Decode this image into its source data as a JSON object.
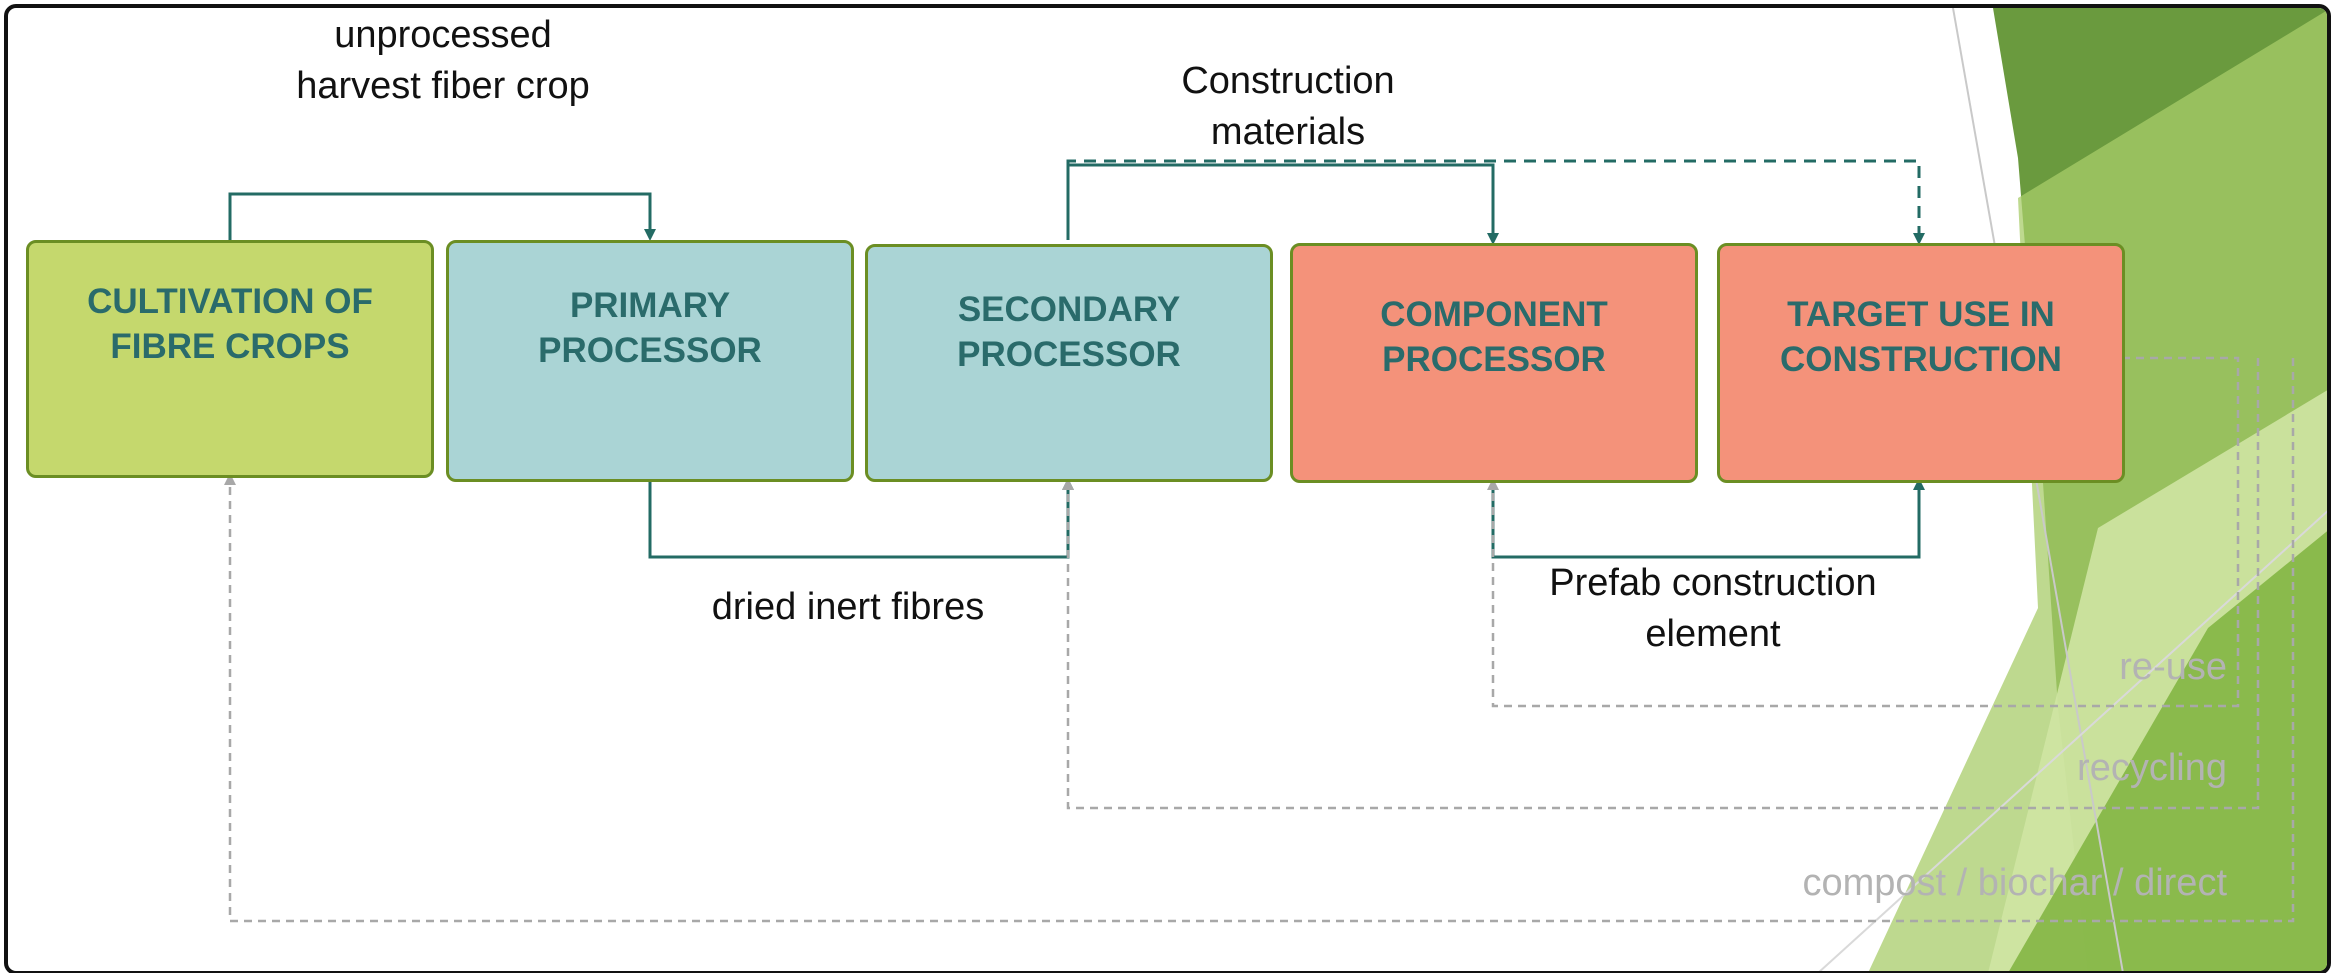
{
  "colors": {
    "flow_line": "#236b64",
    "loop_line": "#a8a8a8",
    "box_border": "#6b8e23",
    "cultivation_fill": "#c5d86d",
    "processor_fill": "#aad4d5",
    "component_fill": "#f4927a",
    "box_text": "#2a6b6b"
  },
  "boxes": {
    "cultivation": "CULTIVATION OF\nFIBRE CROPS",
    "primary": "PRIMARY\nPROCESSOR",
    "secondary": "SECONDARY\nPROCESSOR",
    "component": "COMPONENT\nPROCESSOR",
    "target": "TARGET USE IN\nCONSTRUCTION"
  },
  "flow_labels": {
    "harvest": "unprocessed\nharvest fiber crop",
    "construction_materials": "Construction\nmaterials",
    "dried_fibres": "dried inert fibres",
    "prefab": "Prefab construction\nelement"
  },
  "loop_labels": {
    "reuse": "re-use",
    "recycling": "recycling",
    "compost": "compost / biochar / direct"
  }
}
